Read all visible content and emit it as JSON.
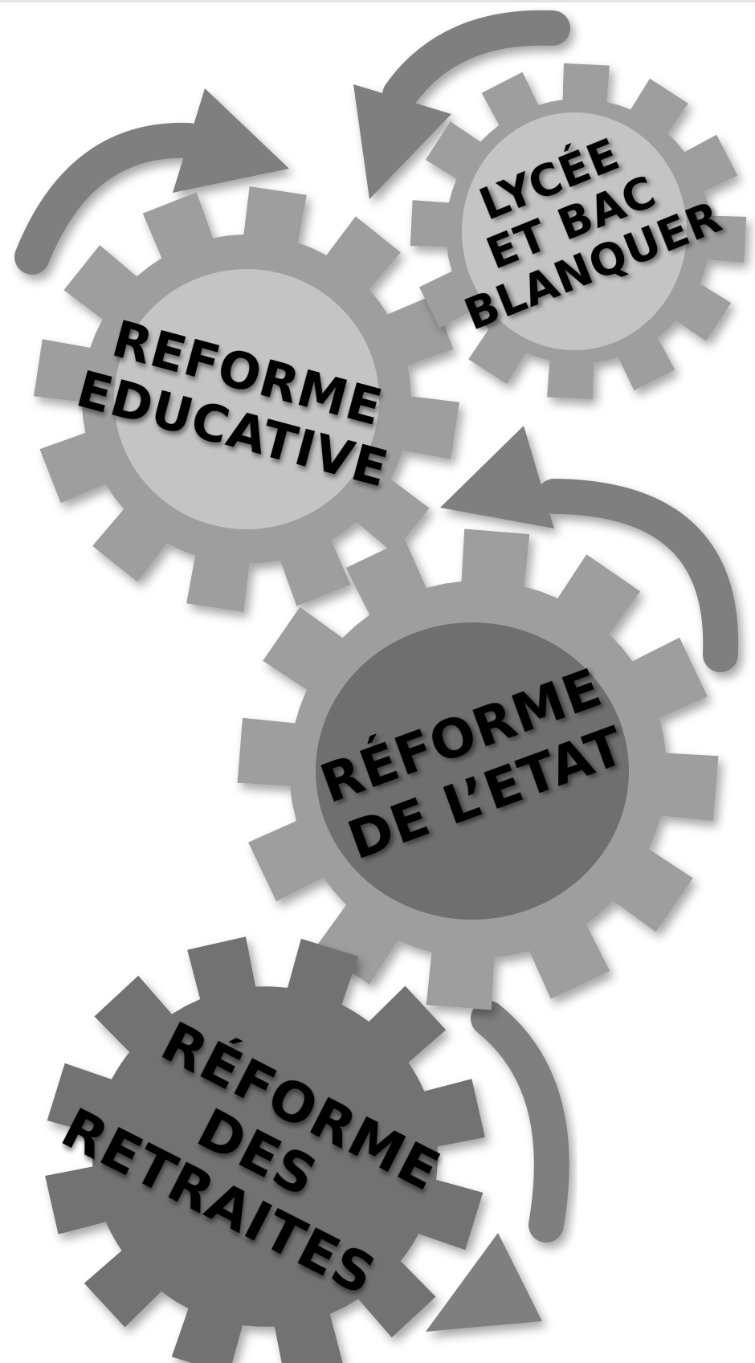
{
  "diagram": {
    "colors": {
      "gear_light": "#9e9e9e",
      "gear_dark": "#727272",
      "hub_light": "#c4c4c4",
      "hub_dark": "#6f6f6f",
      "arrow": "#7f7f7f",
      "text": "#000000"
    },
    "gears": [
      {
        "id": "reforme-educative",
        "lines": [
          "REFORME",
          "EDUCATIVE"
        ]
      },
      {
        "id": "lycee-bac",
        "lines": [
          "LYCÉE",
          "ET BAC",
          "BLANQUER"
        ]
      },
      {
        "id": "reforme-etat",
        "lines": [
          "RÉFORME",
          "DE L’ETAT"
        ]
      },
      {
        "id": "reforme-retraites",
        "lines": [
          "RÉFORME",
          "DES",
          "RETRAITES"
        ]
      }
    ]
  }
}
